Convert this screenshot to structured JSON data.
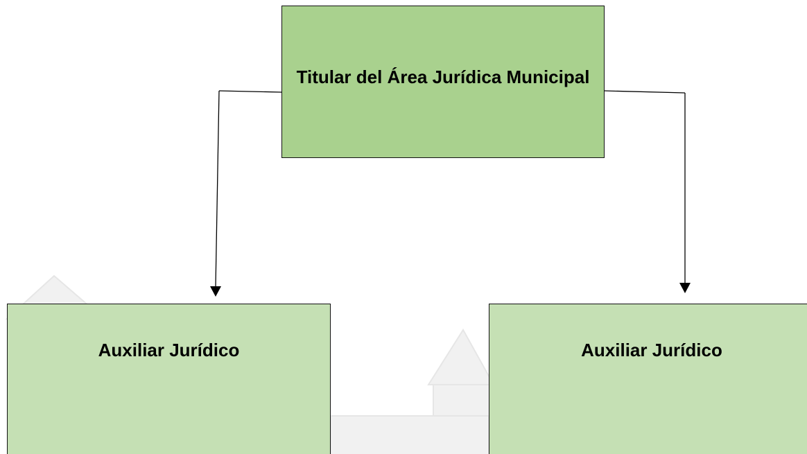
{
  "diagram": {
    "root": {
      "label": "Titular del Área Jurídica Municipal"
    },
    "children": [
      {
        "label": "Auxiliar Jurídico"
      },
      {
        "label": "Auxiliar Jurídico"
      }
    ]
  },
  "colors": {
    "root_fill": "#a9d18e",
    "child_fill": "#c5e0b4",
    "border": "#111111",
    "connector": "#000000",
    "watermark": "#efefef"
  }
}
